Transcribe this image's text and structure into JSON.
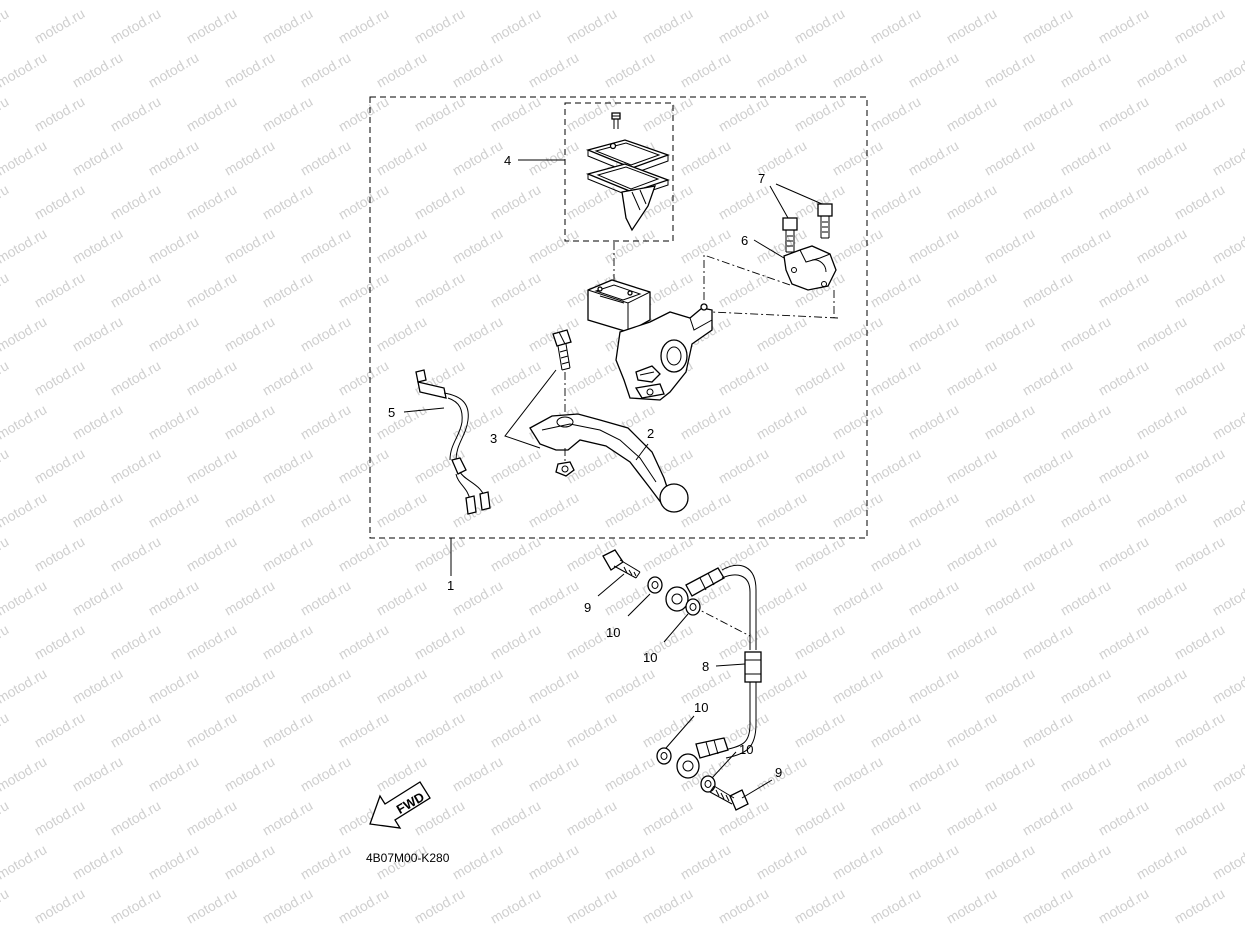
{
  "watermark": "motod.ru",
  "diagram_code": "4B07M00-K280",
  "fwd_label": "FWD",
  "callouts": {
    "c1": "1",
    "c2": "2",
    "c3": "3",
    "c4": "4",
    "c5": "5",
    "c6": "6",
    "c7": "7",
    "c8": "8",
    "c9a": "9",
    "c9b": "9",
    "c10a": "10",
    "c10b": "10",
    "c10c": "10",
    "c10d": "10"
  }
}
